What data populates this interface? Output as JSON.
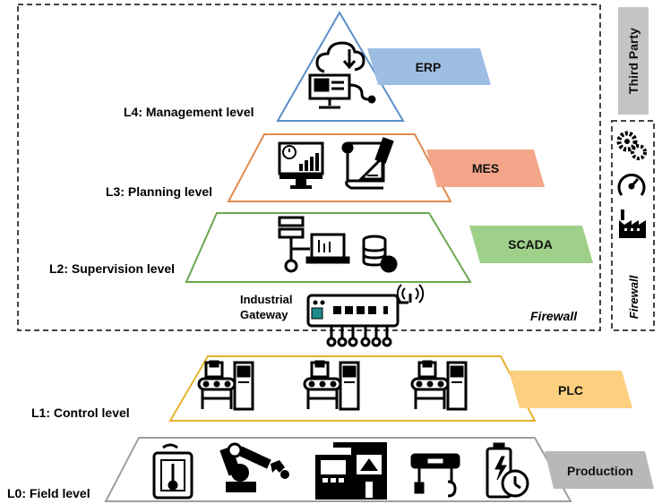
{
  "levels": {
    "l4": {
      "label": "L4: Management level",
      "tag": "ERP"
    },
    "l3": {
      "label": "L3: Planning level",
      "tag": "MES"
    },
    "l2": {
      "label": "L2: Supervision level",
      "tag": "SCADA"
    },
    "l1": {
      "label": "L1: Control level",
      "tag": "PLC"
    },
    "l0": {
      "label": "L0: Field level",
      "tag": "Production"
    }
  },
  "gateway": {
    "line1": "Industrial",
    "line2": "Gateway"
  },
  "firewall": {
    "main_label": "Firewall",
    "side_label": "Firewall"
  },
  "third_party": {
    "label": "Third Party"
  },
  "colors": {
    "erp_outline": "#5b8fc9",
    "erp_tag": "#9dbde2",
    "mes_outline": "#e08a4e",
    "mes_tag": "#f3a68a",
    "scada_outline": "#6aa84f",
    "scada_tag": "#9fd08a",
    "plc_outline": "#e6b12e",
    "plc_tag": "#fbd07f",
    "field_outline": "#9e9e9e",
    "production_tag": "#b8b8b8"
  },
  "icons": {
    "l4": [
      "cloud-computer-icon"
    ],
    "l3": [
      "monitor-chart-icon",
      "blueprint-tools-icon"
    ],
    "l2": [
      "scada-network-icon",
      "database-icon"
    ],
    "l1": [
      "machine-conveyor-icon",
      "machine-conveyor-icon",
      "machine-conveyor-icon"
    ],
    "l0": [
      "smart-thermostat-icon",
      "robot-arm-icon",
      "control-panel-icon",
      "crane-hoist-icon",
      "battery-timer-icon"
    ],
    "sidebar": [
      "gears-icon",
      "gauge-icon",
      "factory-icon"
    ],
    "gateway": [
      "industrial-gateway-icon",
      "wireless-signal-icon"
    ]
  }
}
